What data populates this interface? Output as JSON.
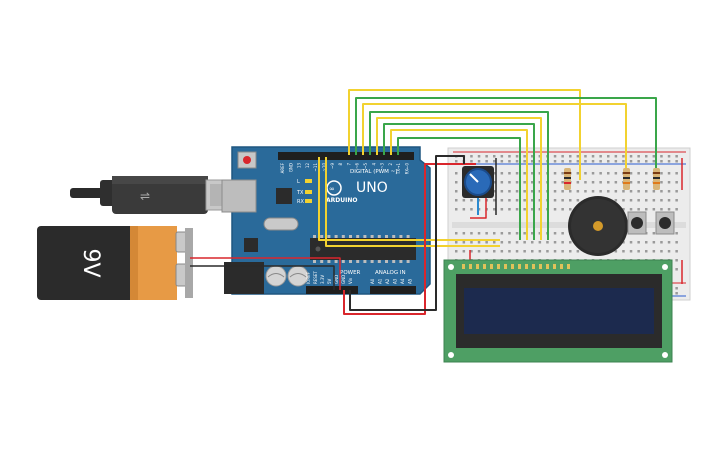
{
  "battery": {
    "label": "9V"
  },
  "arduino": {
    "model": "UNO",
    "brand": "ARDUINO",
    "digital_header": "DIGITAL (PWM ~)",
    "power_header": "POWER",
    "analog_header": "ANALOG IN",
    "led_tx": "TX",
    "led_rx": "RX",
    "led_l": "L",
    "digital_pins": [
      "AREF",
      "GND",
      "13",
      "12",
      "~11",
      "~10",
      "~9",
      "8",
      "7",
      "~6",
      "~5",
      "4",
      "~3",
      "2",
      "TX→1",
      "RX←0"
    ],
    "power_pins": [
      "IOREF",
      "RESET",
      "3.3V",
      "5V",
      "GND",
      "GND",
      "Vin"
    ],
    "analog_pins": [
      "A0",
      "A1",
      "A2",
      "A3",
      "A4",
      "A5"
    ]
  },
  "colors": {
    "board": "#2a6a9a",
    "board_edge": "#1f5680",
    "breadboard": "#e9e9e9",
    "lcd_pcb": "#4e9f64",
    "lcd_screen": "#1c2a4e",
    "wire_yellow": "#f2d230",
    "wire_green": "#3aa64a",
    "wire_red": "#d9262c",
    "wire_black": "#2a2a2a",
    "battery_body": "#2b2b2b",
    "battery_band": "#e79a45"
  }
}
